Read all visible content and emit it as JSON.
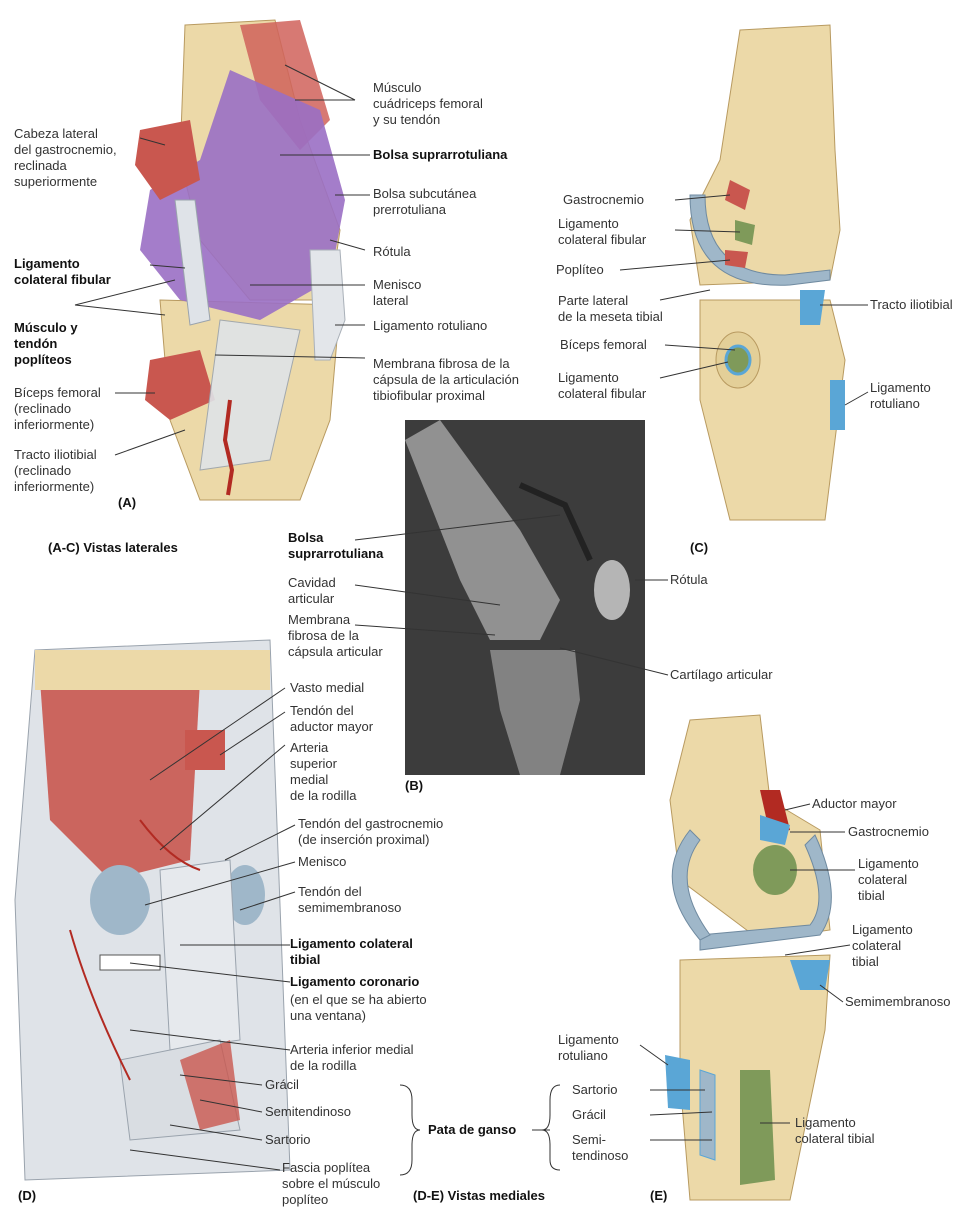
{
  "panels": {
    "A": "(A)",
    "B": "(B)",
    "C": "(C)",
    "D": "(D)",
    "E": "(E)",
    "caption_lateral": "(A-C) Vistas laterales",
    "caption_medial": "(D-E) Vistas mediales"
  },
  "panel_a": {
    "cuadriceps": "Músculo\ncuádriceps femoral\ny su tendón",
    "gastro_head": "Cabeza lateral\ndel gastrocnemio,\nreclinada\nsuperiormente",
    "bolsa_supra": "Bolsa suprarrotuliana",
    "bolsa_sub": "Bolsa subcutánea\nprerrotuliana",
    "rotula": "Rótula",
    "lig_colateral_fibular": "Ligamento\ncolateral fibular",
    "menisco_lateral": "Menisco\nlateral",
    "popliteo": "Músculo y\ntendón\npoplíteos",
    "lig_rotuliano": "Ligamento rotuliano",
    "biceps": "Bíceps femoral\n(reclinado\ninferiormente)",
    "membrana": "Membrana fibrosa de la\ncápsula de la articulación\ntibiofibular proximal",
    "tracto": "Tracto iliotibial\n(reclinado\ninferiormente)"
  },
  "panel_b": {
    "bolsa_supra": "Bolsa\nsuprarrotuliana",
    "cavidad": "Cavidad\narticular",
    "membrana": "Membrana\nfibrosa de la\ncápsula articular",
    "rotula": "Rótula",
    "cartilago": "Cartílago articular"
  },
  "panel_c": {
    "gastro": "Gastrocnemio",
    "lig_col_fib_1": "Ligamento\ncolateral fibular",
    "popliteo": "Poplíteo",
    "meseta": "Parte lateral\nde la meseta tibial",
    "tracto": "Tracto iliotibial",
    "biceps": "Bíceps femoral",
    "lig_col_fib_2": "Ligamento\ncolateral fibular",
    "lig_rot": "Ligamento\nrotuliano"
  },
  "panel_d": {
    "vasto": "Vasto medial",
    "aductor": "Tendón del\naductor mayor",
    "arteria_sup": "Arteria\nsuperior\nmedial\nde la rodilla",
    "gastro": "Tendón del gastrocnemio\n(de inserción proximal)",
    "menisco": "Menisco",
    "semimem": "Tendón del\nsemimembranoso",
    "lig_col_tib": "Ligamento colateral\ntibial",
    "lig_coronario": "Ligamento coronario",
    "coronario_note": "(en el que se ha abierto\nuna ventana)",
    "arteria_inf": "Arteria inferior medial\nde la rodilla",
    "gracil": "Grácil",
    "semitend": "Semitendinoso",
    "sartorio": "Sartorio",
    "pata": "Pata de ganso",
    "fascia": "Fascia poplítea\nsobre el músculo\npoplíteo"
  },
  "panel_e": {
    "aductor": "Aductor mayor",
    "gastro": "Gastrocnemio",
    "lig_col_tib_1": "Ligamento\ncolateral\ntibial",
    "lig_col_tib_2": "Ligamento\ncolateral\ntibial",
    "semimem": "Semimembranoso",
    "lig_rot": "Ligamento\nrotuliano",
    "sartorio": "Sartorio",
    "gracil": "Grácil",
    "semitend": "Semi-\ntendinoso",
    "lig_col_tib_3": "Ligamento\ncolateral tibial"
  },
  "colors": {
    "bone": "#ecd9a8",
    "bursa": "#9a6fc4",
    "muscle": "#c9574f",
    "ligament": "#dfe3e8",
    "cartilage": "#9fb7c9",
    "attachment_blue": "#5aa6d6",
    "attachment_green": "#7f9a5a",
    "xray": "#3c3c3c"
  }
}
